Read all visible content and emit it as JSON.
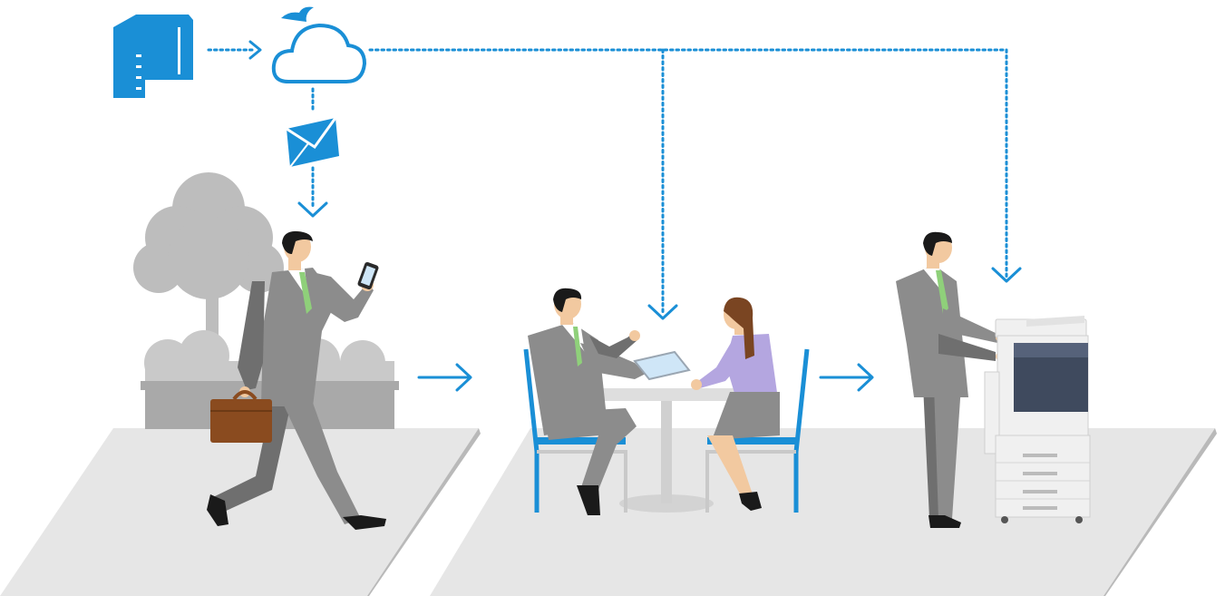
{
  "colors": {
    "accent": "#1a8fd6",
    "suit": "#8c8c8c",
    "suit_dark": "#6f6f6f",
    "floor": "#e6e6e6",
    "floor_edge": "#b9b9b9",
    "tree": "#bdbdbd",
    "hedge": "#c9c9c9",
    "planter": "#a9a9a9",
    "skin": "#f2c9a0",
    "hair": "#1a1a1a",
    "tie": "#8fd07a",
    "briefcase": "#8a4b1f",
    "blouse": "#b4a6e0",
    "woman_hair": "#7a4522",
    "copier_body": "#f0f0f0",
    "copier_panel": "#3f4a5e",
    "table": "#dedede"
  },
  "icons": [
    "multifunction-printer-icon",
    "cloud-icon",
    "envelope-icon",
    "smartphone-icon",
    "tablet-icon"
  ],
  "scenes": [
    "walking-outdoors",
    "meeting-at-table",
    "printing-at-copier"
  ]
}
